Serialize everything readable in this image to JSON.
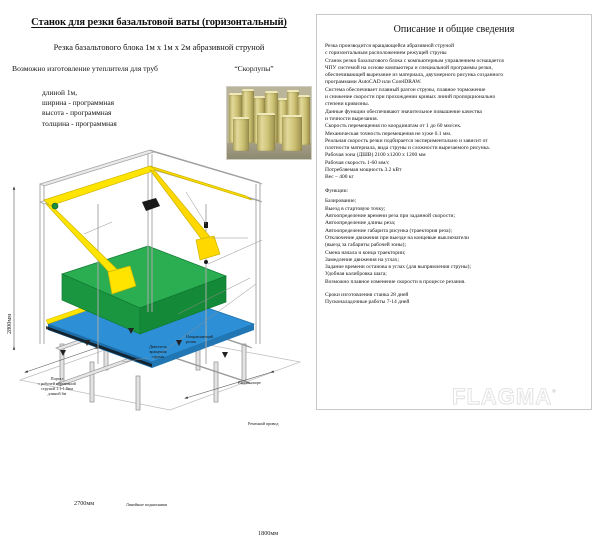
{
  "document": {
    "title": "Станок для резки базальтовой ваты (горизонтальный)",
    "subtitle_1": "Резка базальтового блока 1м х 1м х 2м абразивной струной",
    "subtitle_2": "Возможно изготовление утеплителя для труб",
    "shell_caption": "“Скорлупы”",
    "spec_list": [
      "длиной 1м,",
      "ширина - программная",
      "высота - программная",
      "толщина  - программная"
    ]
  },
  "drawing": {
    "dimensions": {
      "height": "2800мм",
      "width": "2700мм",
      "depth": "1800мм"
    },
    "callouts": {
      "portal": "Портал\nс рабочей абразивной\nструной 1.1-1.8мм\nдлиной 6м",
      "motor": "Двигатель\nвращения\nструны",
      "roller": "Направляющий\nролик",
      "shaft": "Вал на опоре",
      "belt": "Ременной привод",
      "bearings": "Линейные подшипники"
    }
  },
  "panel": {
    "title": "Описание и общие сведения",
    "description": [
      "Резка производится вращающейся абразивной струной",
      "с горизонтальным расположением режущей струны",
      "Станок резки базальтового блока с компьютерным управлением оснащается",
      "ЧПУ системой на основе компьютера и специальной программы резки,",
      "обеспечивающей вырезание из материала, двухмерного рисунка созданного",
      "программами AutoCAD или CorelDRAW.",
      "Система обеспечивает плавный разгон струны, плавное торможение",
      "и снижение скорости при прохождении кривых линий пропорционально",
      "степени кривизны.",
      "Данные функции обеспечивают значительное повышение качества",
      "и точности вырезания.",
      "Скорость перемещения по координатам от 1 до 60 мм/сек.",
      "Механическая точность перемещения не хуже 0.1 мм.",
      "Реальная скорость резки подбирается экспериментально и зависит от",
      "плотности материала, вида струны и сложности вырезаемого рисунка."
    ],
    "specs": [
      "Рабочая зона (ДШВ) 2100 х1200 х 1200 мм",
      "Рабочая скорость 1-60 мм/с",
      "Потребляемая мощность 3.2 кВт",
      "Вес – 400 кг"
    ],
    "functions_heading": "Функции:",
    "functions": [
      "Базирование;",
      "Выезд в стартовую точку;",
      "Автоопределение времени реза при заданной скорости;",
      "Автоопределение длины реза;",
      "Автоопределение габарита рисунка (траектория реза);",
      "Отключение движения при выезде на концевые выключатели",
      "(выезд за габариты рабочей зоны);",
      "Смена начала и конца траектории;",
      "Замедление движения на углах;",
      "Задание времени останова в углах (для выпрямления струны);",
      "Удобная калибровка шага;",
      "Возможно плавное изменение скорости в процессе резания."
    ],
    "lead_times": [
      "Сроки изготовления станка 28 дней",
      "Пусконаладочные работы 7-14 дней"
    ]
  },
  "watermark": {
    "text": "FLAGMA",
    "mark": "°"
  },
  "colors": {
    "portal_yellow": "#ffe400",
    "block_green": "#1a9641",
    "conveyor_blue": "#2d8fd5",
    "frame_gray": "#d8d8d8",
    "panel_border": "#c8c8c8"
  }
}
